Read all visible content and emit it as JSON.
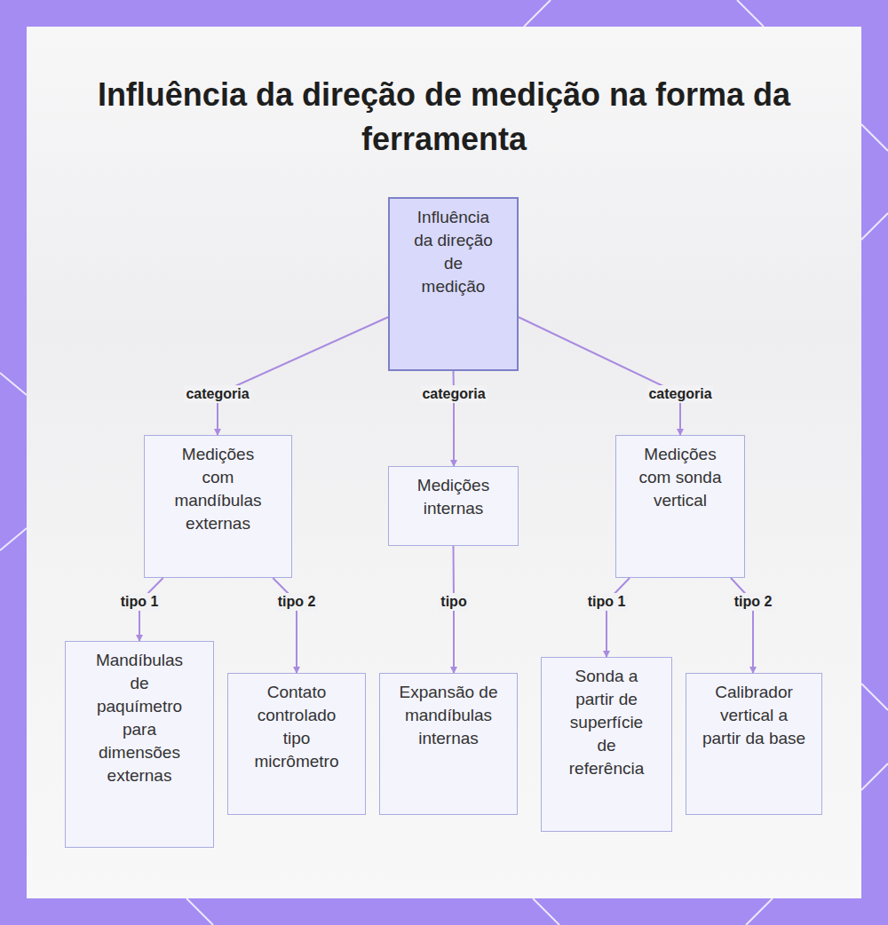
{
  "diagram": {
    "title": "Influência da direção de medição na forma da ferramenta",
    "nodes": [
      {
        "text": [
          "Influência da direção de medição"
        ]
      },
      {
        "text": [
          "Medições com mandíbulas externas"
        ]
      },
      {
        "text": [
          "Medições internas"
        ]
      },
      {
        "text": [
          "Medições com sonda vertical"
        ]
      },
      {
        "text": [
          "Mandíbulas de paquímetro para dimensões externas"
        ]
      },
      {
        "text": [
          "Contato controlado tipo micrômetro"
        ]
      },
      {
        "text": [
          "Expansão de mandíbulas internas"
        ]
      },
      {
        "text": [
          "Sonda a partir de superfície de referência"
        ]
      },
      {
        "text": [
          "Calibrador vertical a partir da base"
        ]
      }
    ],
    "edges": [
      {
        "from": 0,
        "to": 1,
        "label": "categoria",
        "arrow": "to"
      },
      {
        "from": 0,
        "to": 2,
        "label": "categoria",
        "arrow": "to"
      },
      {
        "from": 0,
        "to": 3,
        "label": "categoria",
        "arrow": "to"
      },
      {
        "from": 1,
        "to": 4,
        "label": "tipo 1",
        "arrow": "to"
      },
      {
        "from": 1,
        "to": 5,
        "label": "tipo 2",
        "arrow": "to"
      },
      {
        "from": 2,
        "to": 6,
        "label": "tipo",
        "arrow": "to"
      },
      {
        "from": 3,
        "to": 7,
        "label": "tipo 1",
        "arrow": "to"
      },
      {
        "from": 3,
        "to": 8,
        "label": "tipo 2",
        "arrow": "to"
      }
    ]
  }
}
